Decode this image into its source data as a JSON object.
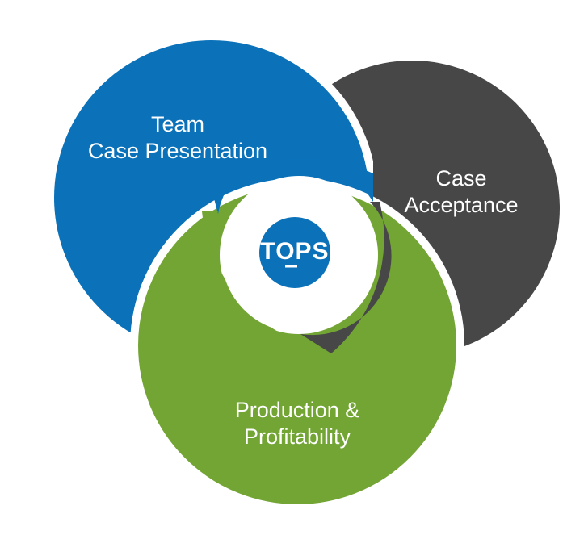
{
  "colors": {
    "team": "#0b72ba",
    "acceptance": "#474747",
    "production": "#73a535",
    "logo": "#0b72ba",
    "background": "#ffffff",
    "text": "#ffffff"
  },
  "sections": {
    "team": {
      "line1": "Team",
      "line2": "Case Presentation"
    },
    "acceptance": {
      "line1": "Case",
      "line2": "Acceptance"
    },
    "production": {
      "line1": "Production &",
      "line2": "Profitability"
    }
  },
  "logo": {
    "text": "TOPS"
  }
}
